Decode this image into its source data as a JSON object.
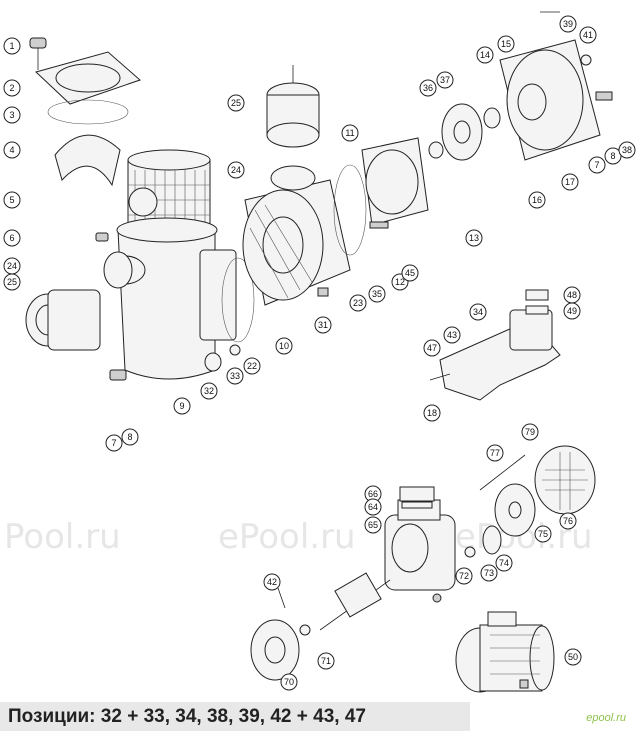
{
  "caption": "Позиции: 32 + 33, 34, 38, 39, 42 + 43, 47",
  "watermark": {
    "left": "Pool.ru",
    "right": "ePool.ru",
    "right2": "ePool.ru"
  },
  "brand": "epool.ru",
  "callouts": [
    "1",
    "2",
    "3",
    "4",
    "5",
    "6",
    "24",
    "25",
    "7",
    "8",
    "9",
    "32",
    "33",
    "22",
    "10",
    "31",
    "23",
    "35",
    "12",
    "45",
    "11",
    "25",
    "24",
    "36",
    "37",
    "14",
    "15",
    "13",
    "39",
    "41",
    "7",
    "8",
    "38",
    "16",
    "17",
    "34",
    "48",
    "49",
    "47",
    "43",
    "18",
    "79",
    "77",
    "76",
    "75",
    "74",
    "73",
    "72",
    "66",
    "64",
    "65",
    "42",
    "71",
    "70",
    "50"
  ]
}
